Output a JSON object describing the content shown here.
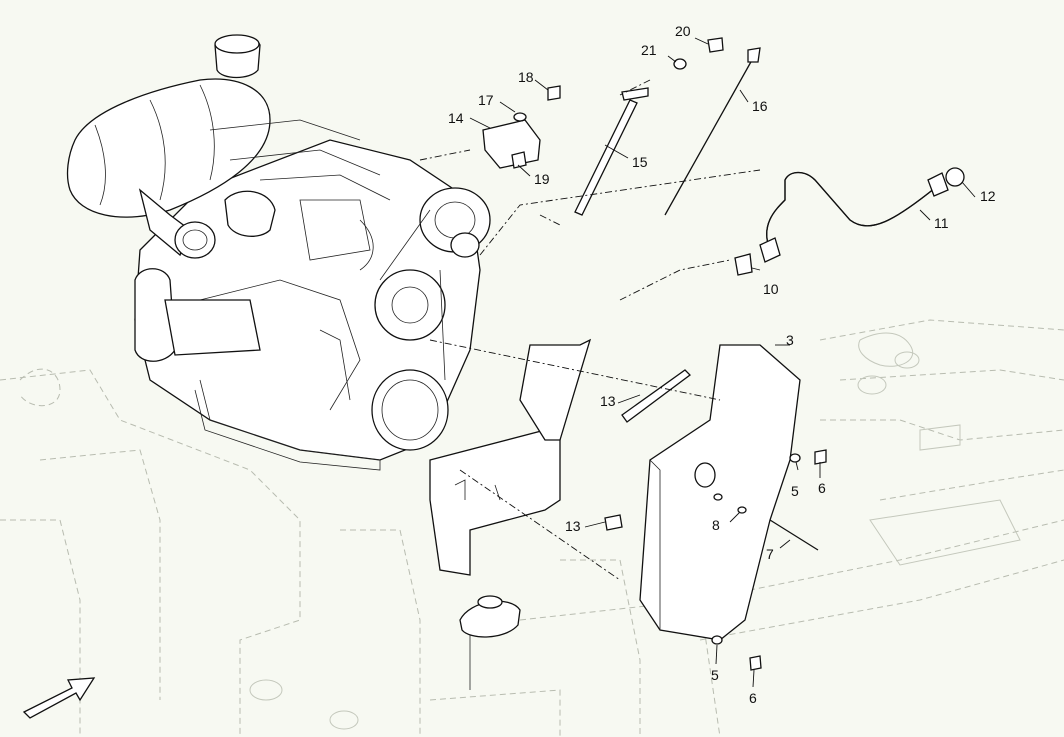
{
  "callouts": [
    {
      "id": "c3",
      "label": "3"
    },
    {
      "id": "c5a",
      "label": "5"
    },
    {
      "id": "c5b",
      "label": "5"
    },
    {
      "id": "c6a",
      "label": "6"
    },
    {
      "id": "c6b",
      "label": "6"
    },
    {
      "id": "c7",
      "label": "7"
    },
    {
      "id": "c8",
      "label": "8"
    },
    {
      "id": "c10",
      "label": "10"
    },
    {
      "id": "c11",
      "label": "11"
    },
    {
      "id": "c12",
      "label": "12"
    },
    {
      "id": "c13a",
      "label": "13"
    },
    {
      "id": "c13b",
      "label": "13"
    },
    {
      "id": "c14",
      "label": "14"
    },
    {
      "id": "c15",
      "label": "15"
    },
    {
      "id": "c16",
      "label": "16"
    },
    {
      "id": "c17",
      "label": "17"
    },
    {
      "id": "c18",
      "label": "18"
    },
    {
      "id": "c19",
      "label": "19"
    },
    {
      "id": "c20",
      "label": "20"
    },
    {
      "id": "c21",
      "label": "21"
    }
  ],
  "icons": {
    "direction_arrow": "arrow-up-right-icon"
  }
}
